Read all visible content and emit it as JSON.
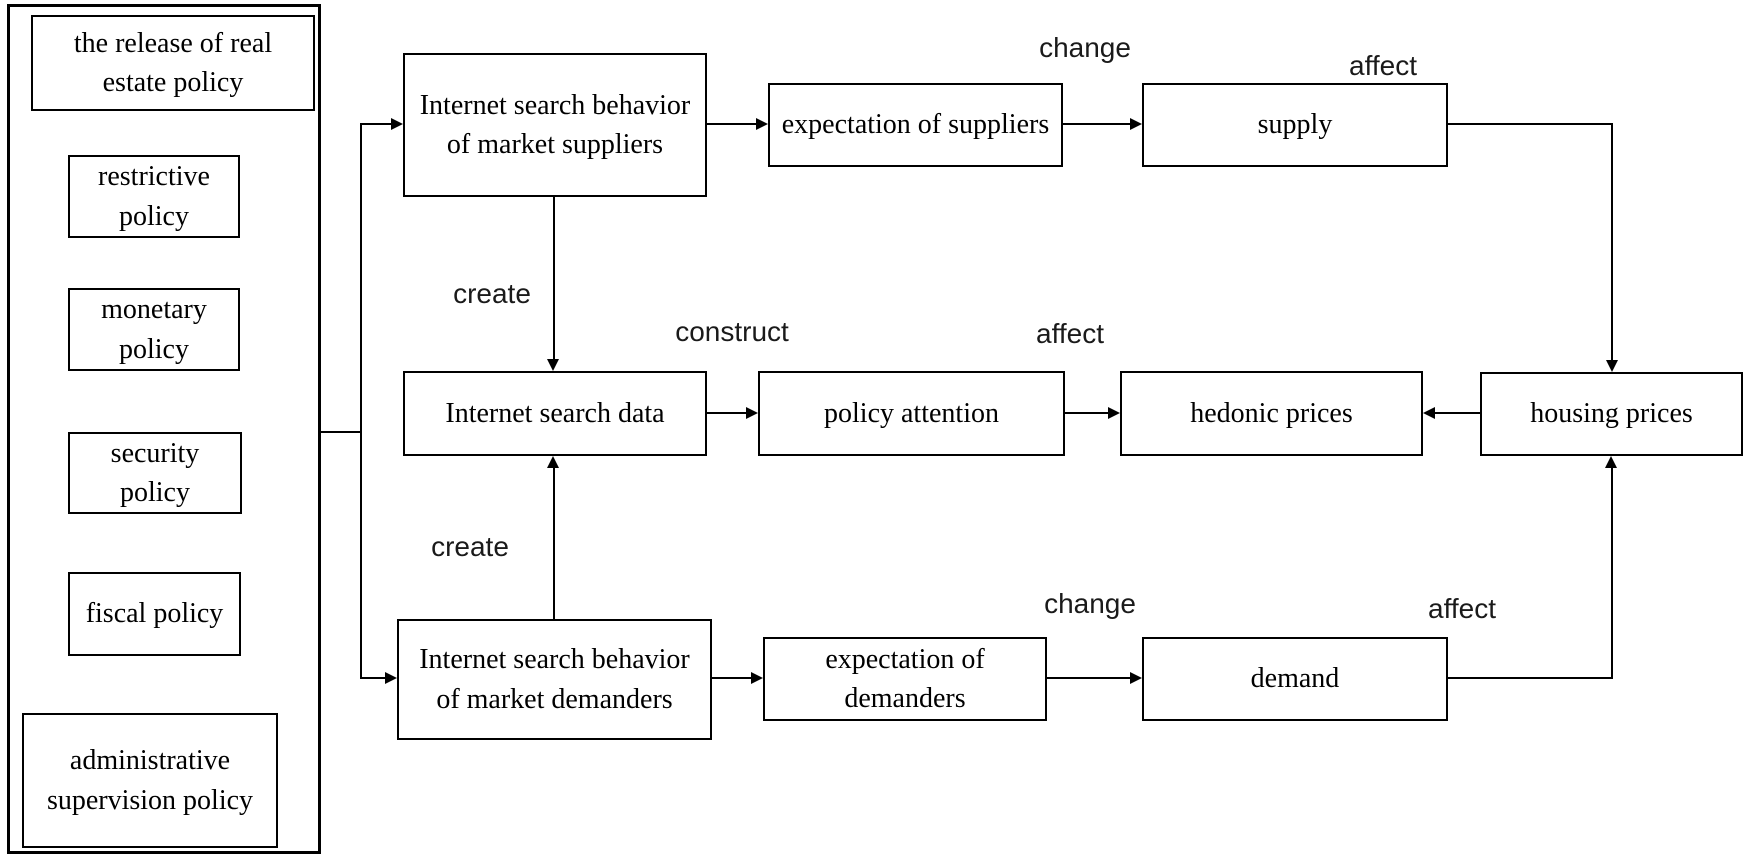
{
  "diagram": {
    "policy_panel": {
      "title": "the release of real estate policy",
      "items": [
        "restrictive policy",
        "monetary policy",
        "security policy",
        "fiscal policy",
        "administrative supervision policy"
      ]
    },
    "nodes": {
      "supplier_behavior": "Internet search behavior of market suppliers",
      "expectation_suppliers": "expectation of suppliers",
      "supply": "supply",
      "search_data": "Internet search data",
      "policy_attention": "policy attention",
      "hedonic_prices": "hedonic prices",
      "housing_prices": "housing prices",
      "demander_behavior": "Internet search behavior of market demanders",
      "expectation_demanders": "expectation of demanders",
      "demand": "demand"
    },
    "edge_labels": {
      "change_top": "change",
      "affect_top": "affect",
      "create_top": "create",
      "construct": "construct",
      "affect_mid": "affect",
      "create_bottom": "create",
      "change_bottom": "change",
      "affect_bottom": "affect"
    },
    "edges": [
      {
        "from": "policy_panel",
        "to": "supplier_behavior",
        "label": ""
      },
      {
        "from": "policy_panel",
        "to": "demander_behavior",
        "label": ""
      },
      {
        "from": "supplier_behavior",
        "to": "expectation_suppliers",
        "label": ""
      },
      {
        "from": "expectation_suppliers",
        "to": "supply",
        "label": "change"
      },
      {
        "from": "supply",
        "to": "housing_prices",
        "label": "affect"
      },
      {
        "from": "supplier_behavior",
        "to": "search_data",
        "label": "create"
      },
      {
        "from": "demander_behavior",
        "to": "search_data",
        "label": "create"
      },
      {
        "from": "search_data",
        "to": "policy_attention",
        "label": "construct"
      },
      {
        "from": "policy_attention",
        "to": "hedonic_prices",
        "label": "affect"
      },
      {
        "from": "housing_prices",
        "to": "hedonic_prices",
        "label": ""
      },
      {
        "from": "demander_behavior",
        "to": "expectation_demanders",
        "label": ""
      },
      {
        "from": "expectation_demanders",
        "to": "demand",
        "label": "change"
      },
      {
        "from": "demand",
        "to": "housing_prices",
        "label": "affect"
      }
    ],
    "colors": {
      "ink": "#000000",
      "background": "#ffffff"
    }
  }
}
